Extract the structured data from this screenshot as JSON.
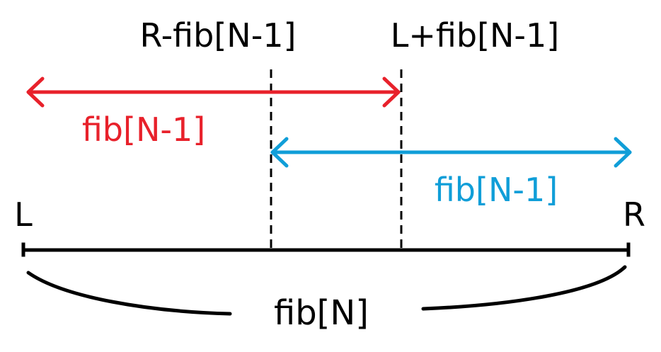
{
  "labels": {
    "top_left": "R-fib[N-1]",
    "top_right": "L+fib[N-1]",
    "red_arrow": "fib[N-1]",
    "blue_arrow": "fib[N-1]",
    "left_end": "L",
    "right_end": "R",
    "brace": "fib[N]"
  },
  "colors": {
    "red": "#e8212b",
    "blue": "#109ed8",
    "black": "#000000"
  }
}
